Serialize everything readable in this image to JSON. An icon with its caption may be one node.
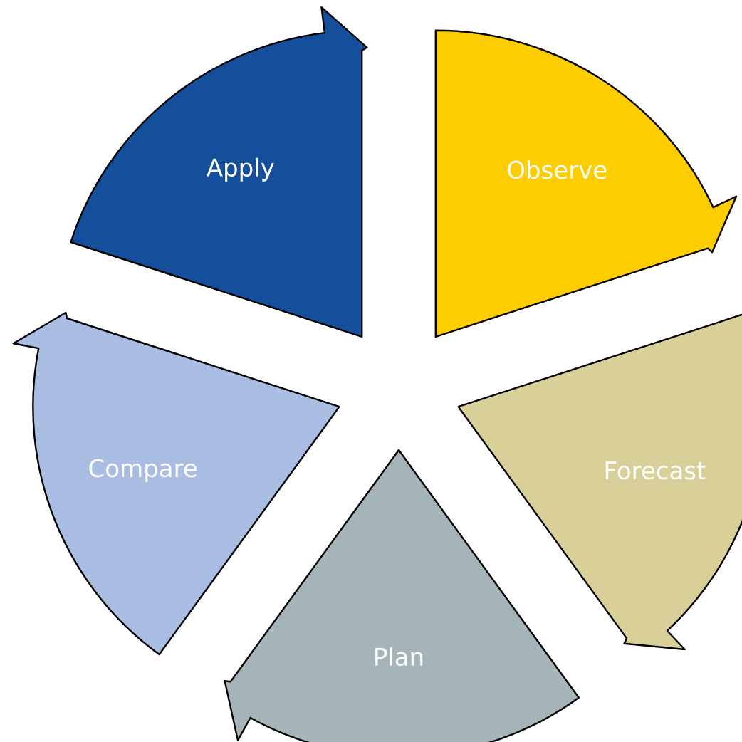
{
  "diagram": {
    "nodes": [
      {
        "text": [
          "Apply"
        ]
      },
      {
        "text": [
          "Observe"
        ]
      },
      {
        "text": [
          "Compare"
        ]
      },
      {
        "text": [
          "Forecast"
        ]
      },
      {
        "text": [
          "Plan"
        ]
      }
    ]
  }
}
